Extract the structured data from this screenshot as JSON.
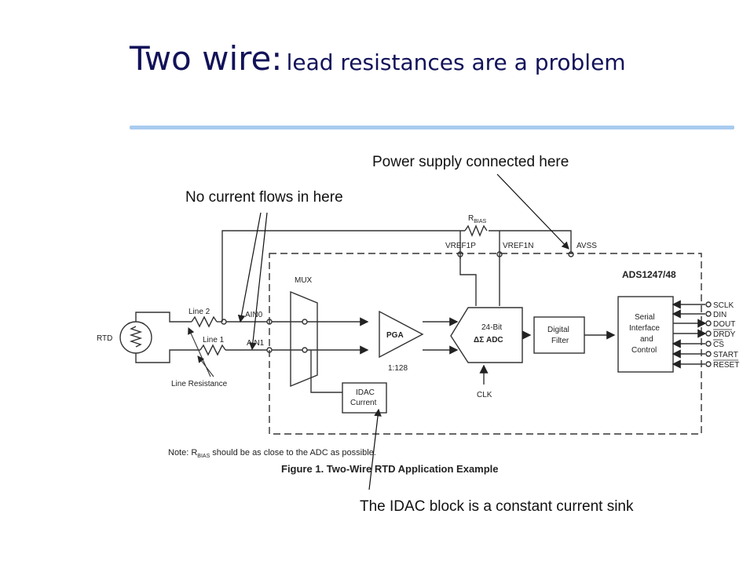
{
  "slide": {
    "title_main": "Two wire:",
    "title_sub": "lead resistances are a problem",
    "accent_color": "#12125a",
    "rule_color": "#a9cbef"
  },
  "callouts": {
    "power": "Power supply connected here",
    "no_current": "No current flows in here",
    "idac": "The IDAC block is a constant current sink"
  },
  "figure": {
    "rtd": "RTD",
    "line2": "Line 2",
    "line1": "Line 1",
    "line_resistance": "Line Resistance",
    "ain0": "AIN0",
    "ain1": "AIN1",
    "mux": "MUX",
    "pga": "PGA",
    "gain": "1:128",
    "adc_line1": "24-Bit",
    "adc_line2": "ΔΣ ADC",
    "clk": "CLK",
    "filter_line1": "Digital",
    "filter_line2": "Filter",
    "serial_line1": "Serial",
    "serial_line2": "Interface",
    "serial_line3": "and",
    "serial_line4": "Control",
    "idac_line1": "IDAC",
    "idac_line2": "Current",
    "chip": "ADS1247/48",
    "rbias": "R",
    "rbias_sub": "BIAS",
    "vref1p": "VREF1P",
    "vref1n": "VREF1N",
    "avss": "AVSS",
    "pins": [
      "SCLK",
      "DIN",
      "DOUT",
      "DRDY",
      "CS",
      "START",
      "RESET"
    ],
    "note_prefix": "Note: R",
    "note_sub": "BIAS",
    "note_suffix": " should be as close to the ADC as possible.",
    "caption": "Figure 1. Two-Wire RTD Application Example"
  }
}
